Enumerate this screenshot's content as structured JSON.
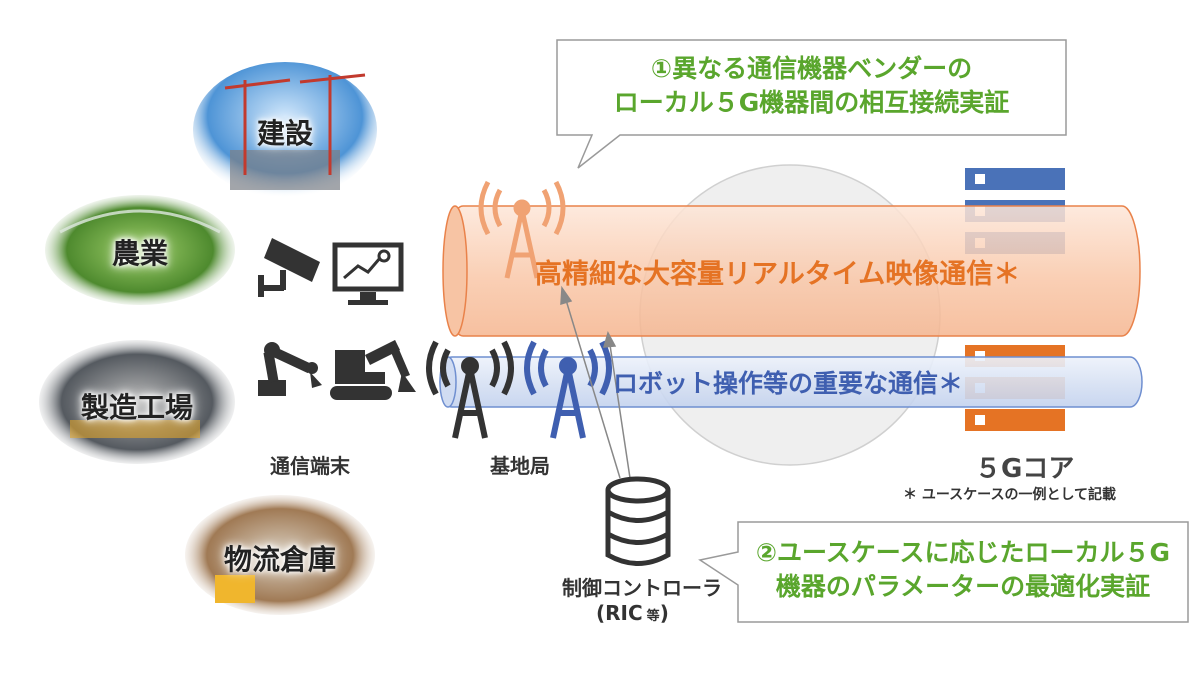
{
  "callouts": {
    "top": {
      "line1": "①異なる通信機器ベンダーの",
      "line2": "ローカル５G機器間の相互接続実証"
    },
    "bottom": {
      "line1": "②ユースケースに応じたローカル５G",
      "line2": "機器のパラメーターの最適化実証"
    }
  },
  "use_cases": [
    "建設",
    "農業",
    "製造工場",
    "物流倉庫"
  ],
  "labels": {
    "terminals": "通信端末",
    "base_station": "基地局",
    "controller": "制御コントローラ",
    "controller_sub": "(RIC",
    "controller_sub_small": "等",
    "controller_sub_close": ")",
    "core": "５Gコア",
    "footnote": "＊ ユースケースの一例として記載"
  },
  "pipes": {
    "video": "高精細な大容量リアルタイム映像通信＊",
    "robot": "ロボット操作等の重要な通信＊"
  },
  "colors": {
    "green": "#5aa62d",
    "orange": "#e57324",
    "blue": "#3f5fb0",
    "pipe_orange_fill": "#fbd8c3",
    "pipe_blue_fill": "#dfe7f5"
  }
}
